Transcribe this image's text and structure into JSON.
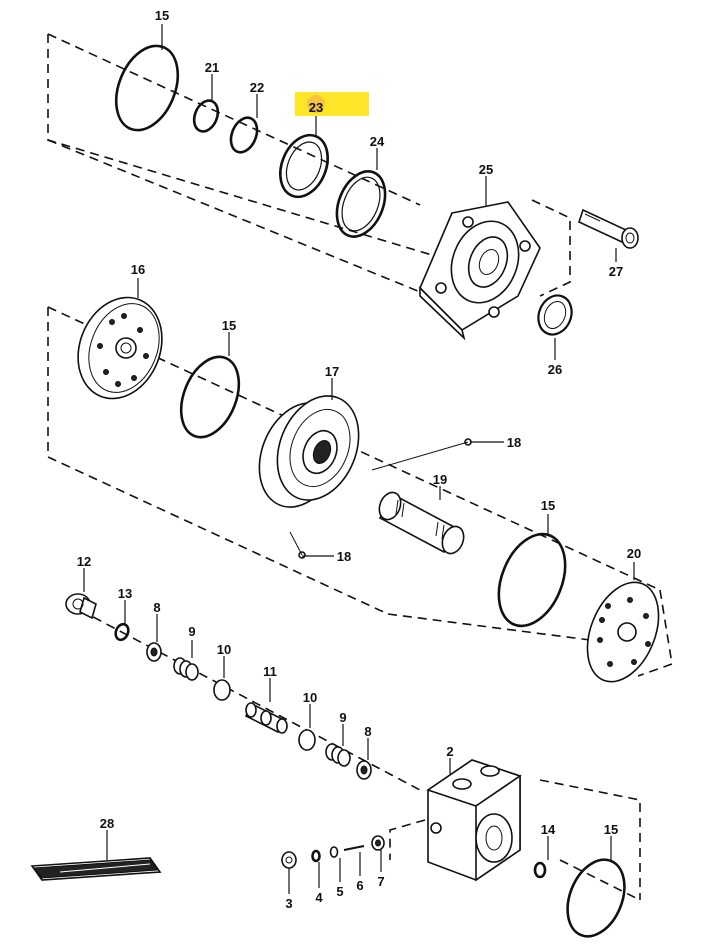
{
  "highlight": {
    "color": "#ffe629",
    "target_label": "23"
  },
  "callouts": [
    {
      "id": "c15a",
      "label": "15"
    },
    {
      "id": "c21",
      "label": "21"
    },
    {
      "id": "c22",
      "label": "22"
    },
    {
      "id": "c23",
      "label": "23"
    },
    {
      "id": "c24",
      "label": "24"
    },
    {
      "id": "c25",
      "label": "25"
    },
    {
      "id": "c27",
      "label": "27"
    },
    {
      "id": "c26",
      "label": "26"
    },
    {
      "id": "c16",
      "label": "16"
    },
    {
      "id": "c15b",
      "label": "15"
    },
    {
      "id": "c17",
      "label": "17"
    },
    {
      "id": "c18a",
      "label": "18"
    },
    {
      "id": "c19",
      "label": "19"
    },
    {
      "id": "c18b",
      "label": "18"
    },
    {
      "id": "c15c",
      "label": "15"
    },
    {
      "id": "c20",
      "label": "20"
    },
    {
      "id": "c12",
      "label": "12"
    },
    {
      "id": "c13",
      "label": "13"
    },
    {
      "id": "c8a",
      "label": "8"
    },
    {
      "id": "c9a",
      "label": "9"
    },
    {
      "id": "c10a",
      "label": "10"
    },
    {
      "id": "c11",
      "label": "11"
    },
    {
      "id": "c10b",
      "label": "10"
    },
    {
      "id": "c9b",
      "label": "9"
    },
    {
      "id": "c8b",
      "label": "8"
    },
    {
      "id": "c2",
      "label": "2"
    },
    {
      "id": "c28",
      "label": "28"
    },
    {
      "id": "c14",
      "label": "14"
    },
    {
      "id": "c15d",
      "label": "15"
    },
    {
      "id": "c3",
      "label": "3"
    },
    {
      "id": "c4",
      "label": "4"
    },
    {
      "id": "c5",
      "label": "5"
    },
    {
      "id": "c6",
      "label": "6"
    },
    {
      "id": "c7",
      "label": "7"
    }
  ]
}
